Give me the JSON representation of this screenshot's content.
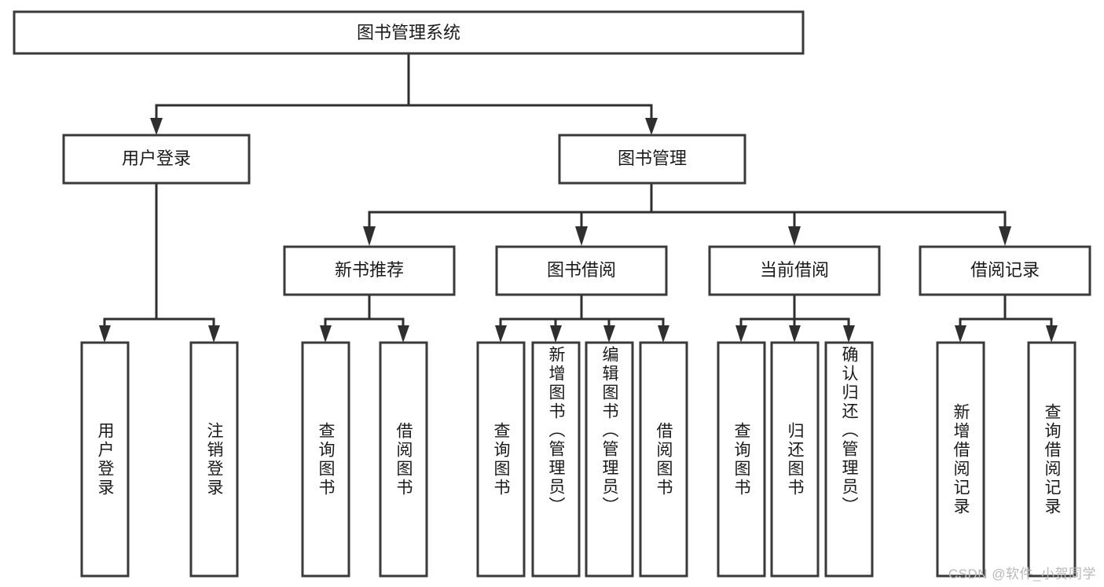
{
  "diagram": {
    "type": "tree",
    "orientation": "top-down",
    "title": "图书管理系统",
    "watermark": "CSDN @软件_小贺同学",
    "colors": {
      "background": "#ffffff",
      "box_fill": "#ffffff",
      "box_stroke": "#3a3a3a",
      "connector": "#2f2f2f",
      "text": "#1a1a1a",
      "watermark": "#b9b9b9"
    },
    "root": {
      "label": "图书管理系统",
      "level": 1
    },
    "level2": [
      {
        "label": "用户登录"
      },
      {
        "label": "图书管理"
      }
    ],
    "level3": [
      {
        "label": "新书推荐"
      },
      {
        "label": "图书借阅"
      },
      {
        "label": "当前借阅"
      },
      {
        "label": "借阅记录"
      }
    ],
    "leaves": {
      "user_login": [
        {
          "label": "用户登录"
        },
        {
          "label": "注销登录"
        }
      ],
      "new_book": [
        {
          "label": "查询图书"
        },
        {
          "label": "借阅图书"
        }
      ],
      "book_borrow": [
        {
          "label": "查询图书"
        },
        {
          "label": "新增图书（管理员）"
        },
        {
          "label": "编辑图书（管理员）"
        },
        {
          "label": "借阅图书"
        }
      ],
      "current_borrow": [
        {
          "label": "查询图书"
        },
        {
          "label": "归还图书"
        },
        {
          "label": "确认归还（管理员）"
        }
      ],
      "borrow_record": [
        {
          "label": "新增借阅记录"
        },
        {
          "label": "查询借阅记录"
        }
      ]
    }
  }
}
